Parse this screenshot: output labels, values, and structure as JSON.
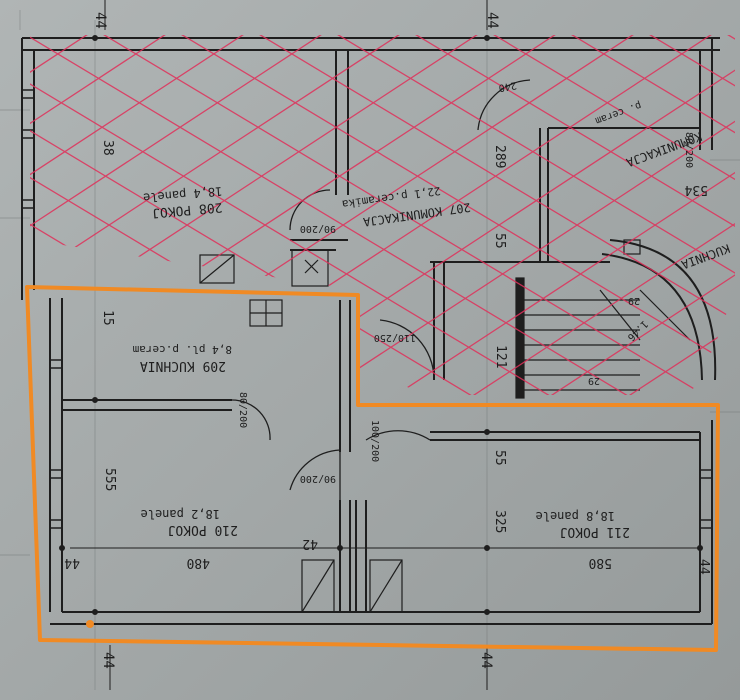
{
  "colors": {
    "paper": "#a6abab",
    "paper_dark": "#8c9191",
    "ink": "#1e1e1e",
    "cross_hatch": "#e0305a",
    "highlight": "#f08a24"
  },
  "axis_marks": {
    "left_top": "44",
    "mid_top": "44",
    "left_bottom": "44",
    "mid_bottom": "44"
  },
  "dimensions": {
    "d38": "38",
    "d289": "289",
    "d55a": "55",
    "d15": "15",
    "d121": "121",
    "d555": "555",
    "d55b": "55",
    "d325": "325",
    "d480": "480",
    "d580": "580",
    "d44a": "44",
    "d44b": "44",
    "d42": "42",
    "d29a": "29",
    "d29b": "29",
    "d534": "534",
    "d80": "80",
    "d146": "1.46"
  },
  "rooms": {
    "r208": {
      "lines": [
        "208 POKOJ",
        "18,4 panele"
      ]
    },
    "r207": {
      "lines": [
        "207 KOMUNIKACJA",
        "22,1 p.ceramika"
      ]
    },
    "r_kom": {
      "lines": [
        "KOMUNIKACJA",
        "p. ceram"
      ]
    },
    "r_kuch_cut": {
      "lines": [
        "KUCHNIA"
      ]
    },
    "r209": {
      "lines": [
        "209 KUCHNIA",
        "8,4 pl. p.ceram"
      ]
    },
    "r210": {
      "lines": [
        "210 POKOJ",
        "18,2 panele"
      ]
    },
    "r211": {
      "lines": [
        "211 POKOJ",
        "18,8 panele"
      ]
    }
  },
  "door_labels": {
    "d90_200_a": "90/200",
    "d80_200": "80/200",
    "d90_200_b": "90/200",
    "d110_250": "110/250",
    "d100_200": "100/200",
    "d80_200_b": "80/200",
    "d240_p": "240"
  }
}
